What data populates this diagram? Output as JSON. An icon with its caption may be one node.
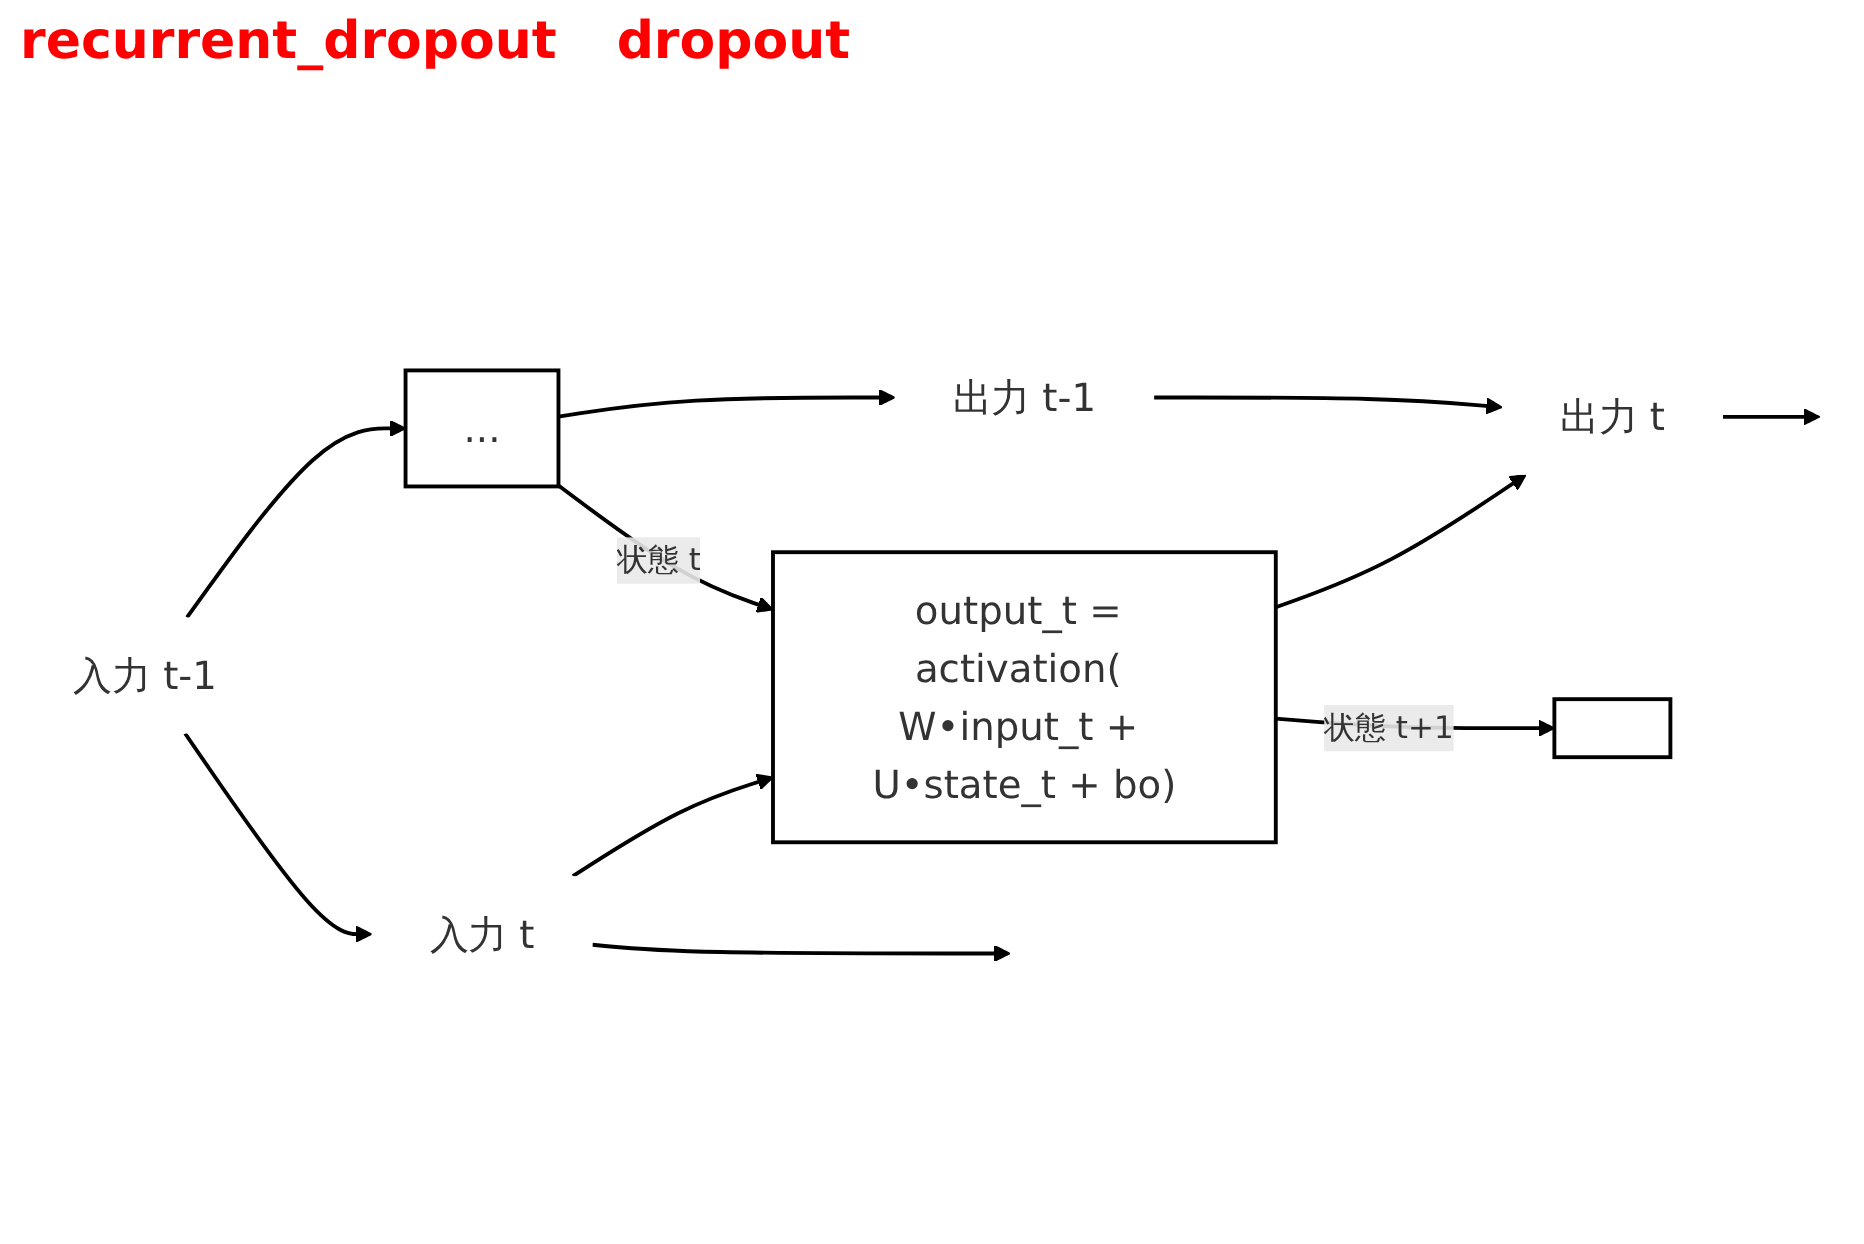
{
  "diagram": {
    "nodes": [
      {
        "text": [
          "出力 t-1"
        ]
      },
      {
        "text": [
          "出力 t"
        ]
      },
      {
        "text": [
          "..."
        ]
      },
      {
        "text": [
          "output_t = activation( W•input_t + U•state_t + bo)"
        ]
      },
      {
        "text": [],
        "shape": "box"
      },
      {
        "text": [
          "入力 t-1"
        ]
      },
      {
        "text": [
          "入力 t"
        ]
      }
    ],
    "edges": [
      {
        "from": 2,
        "to": 0,
        "arrow": "to"
      },
      {
        "from": 3,
        "to": 1,
        "arrow": "to"
      },
      {
        "from": 2,
        "to": 3,
        "label": "状態 t",
        "arrow": "to"
      },
      {
        "from": 3,
        "to": 4,
        "label": "状態 t+1",
        "arrow": "to"
      },
      {
        "from": 5,
        "to": 2,
        "arrow": "to"
      },
      {
        "from": 6,
        "to": 3,
        "arrow": "to"
      },
      {
        "from": 0,
        "to": 1,
        "arrow": "to"
      },
      {
        "from": 1,
        "to": null,
        "arrow": "to"
      },
      {
        "from": 5,
        "to": 6,
        "arrow": "to"
      },
      {
        "from": 6,
        "to": null,
        "arrow": "to"
      }
    ],
    "labels": [
      "recurrent_dropout",
      "dropout"
    ]
  }
}
